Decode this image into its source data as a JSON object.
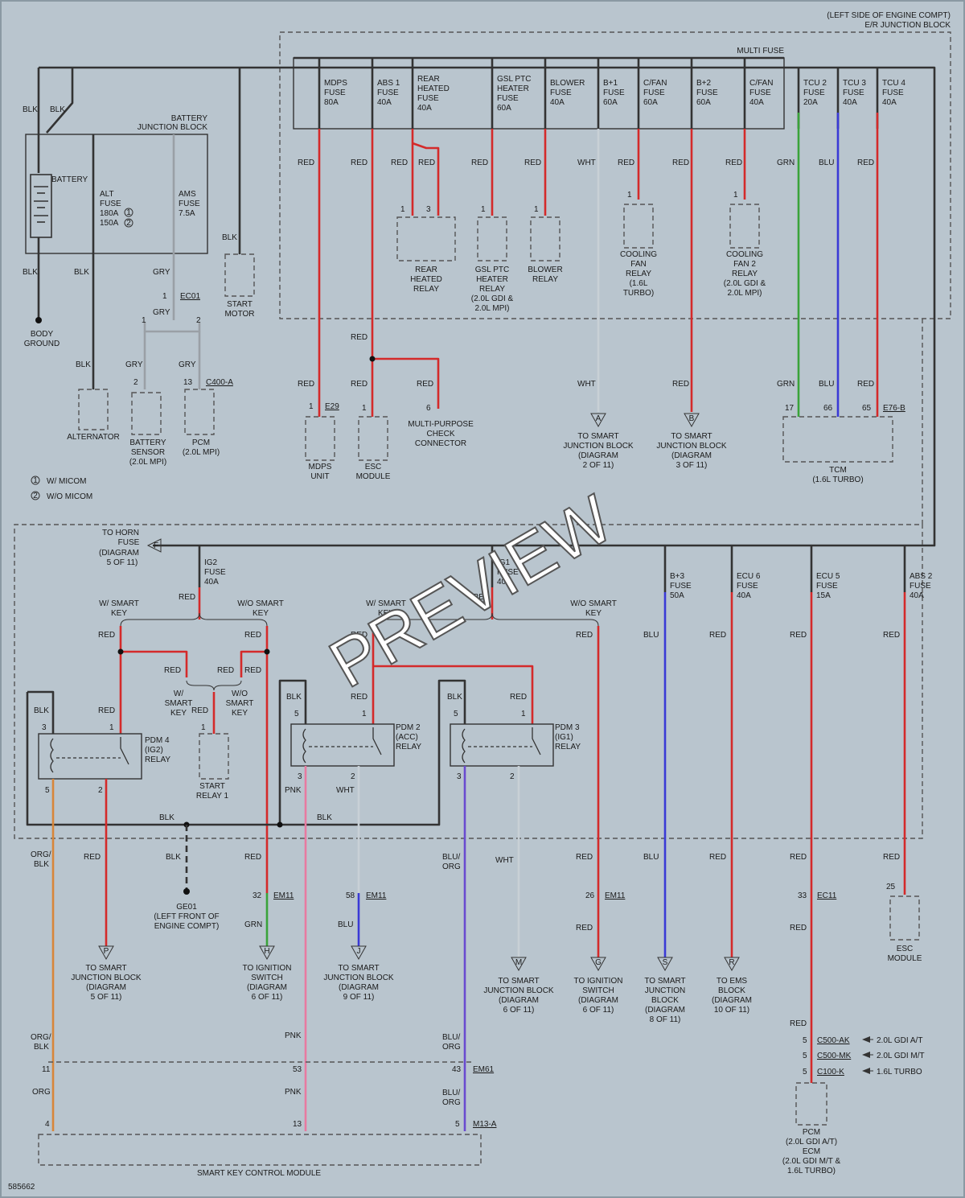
{
  "header": {
    "location": "(LEFT SIDE OF ENGINE COMPT)",
    "block": "E/R JUNCTION BLOCK",
    "multi_fuse": "MULTI FUSE"
  },
  "fuses_top": [
    {
      "l1": "MDPS",
      "l2": "FUSE",
      "l3": "80A"
    },
    {
      "l1": "ABS 1",
      "l2": "FUSE",
      "l3": "40A"
    },
    {
      "l1": "REAR",
      "l2": "HEATED",
      "l3": "FUSE",
      "l4": "40A"
    },
    {
      "l1": "GSL PTC",
      "l2": "HEATER",
      "l3": "FUSE",
      "l4": "60A"
    },
    {
      "l1": "BLOWER",
      "l2": "FUSE",
      "l3": "40A"
    },
    {
      "l1": "B+1",
      "l2": "FUSE",
      "l3": "60A"
    },
    {
      "l1": "C/FAN",
      "l2": "FUSE",
      "l3": "60A"
    },
    {
      "l1": "B+2",
      "l2": "FUSE",
      "l3": "60A"
    },
    {
      "l1": "C/FAN",
      "l2": "FUSE",
      "l3": "40A"
    },
    {
      "l1": "TCU 2",
      "l2": "FUSE",
      "l3": "20A"
    },
    {
      "l1": "TCU 3",
      "l2": "FUSE",
      "l3": "40A"
    },
    {
      "l1": "TCU 4",
      "l2": "FUSE",
      "l3": "40A"
    }
  ],
  "battery_block": {
    "title1": "BATTERY",
    "title2": "JUNCTION BLOCK",
    "battery": "BATTERY",
    "alt_fuse": [
      "ALT",
      "FUSE",
      "180A",
      "150A"
    ],
    "ams_fuse": [
      "AMS",
      "FUSE",
      "7.5A"
    ],
    "c1": "1",
    "c2": "2"
  },
  "colors": {
    "red": "RED",
    "blk": "BLK",
    "gry": "GRY",
    "wht": "WHT",
    "grn": "GRN",
    "blu": "BLU",
    "pnk": "PNK",
    "org": "ORG",
    "org_blk": [
      "ORG/",
      "BLK"
    ],
    "blu_org": [
      "BLU/",
      "ORG"
    ]
  },
  "connectors": {
    "ec01": "EC01",
    "c400a": "C400-A",
    "e29": "E29",
    "e76b": "E76-B",
    "em11": "EM11",
    "ge01": "GE01",
    "ec11": "EC11",
    "em61": "EM61",
    "m13a": "M13-A",
    "c500ak": "C500-AK",
    "c500mk": "C500-MK",
    "c100k": "C100-K"
  },
  "pins": {
    "p1": "1",
    "p2": "2",
    "p3": "3",
    "p5": "5",
    "p6": "6",
    "p11": "11",
    "p13": "13",
    "p17": "17",
    "p25": "25",
    "p26": "26",
    "p32": "32",
    "p33": "33",
    "p43": "43",
    "p53": "53",
    "p58": "58",
    "p65": "65",
    "p66": "66",
    "p4": "4"
  },
  "components": {
    "body_ground": [
      "BODY",
      "GROUND"
    ],
    "start_motor": [
      "START",
      "MOTOR"
    ],
    "alternator": "ALTERNATOR",
    "battery_sensor": [
      "BATTERY",
      "SENSOR",
      "(2.0L MPI)"
    ],
    "pcm_mpi": [
      "PCM",
      "(2.0L MPI)"
    ],
    "rear_heated_relay": [
      "REAR",
      "HEATED",
      "RELAY"
    ],
    "gsl_relay": [
      "GSL PTC",
      "HEATER",
      "RELAY",
      "(2.0L GDI &",
      "2.0L MPI)"
    ],
    "blower_relay": [
      "BLOWER",
      "RELAY"
    ],
    "cooling_fan_relay": [
      "COOLING",
      "FAN",
      "RELAY",
      "(1.6L",
      "TURBO)"
    ],
    "cooling_fan2_relay": [
      "COOLING",
      "FAN 2",
      "RELAY",
      "(2.0L GDI &",
      "2.0L MPI)"
    ],
    "mdps_unit": [
      "MDPS",
      "UNIT"
    ],
    "esc_module": [
      "ESC",
      "MODULE"
    ],
    "mpcc": [
      "MULTI-PURPOSE",
      "CHECK",
      "CONNECTOR"
    ],
    "to_sjb_2": [
      "TO SMART",
      "JUNCTION BLOCK",
      "(DIAGRAM",
      "2 OF 11)"
    ],
    "to_sjb_3": [
      "TO SMART",
      "JUNCTION BLOCK",
      "(DIAGRAM",
      "3 OF 11)"
    ],
    "tcm": [
      "TCM",
      "(1.6L TURBO)"
    ],
    "legend1": "W/ MICOM",
    "legend2": "W/O MICOM",
    "to_horn": [
      "TO HORN",
      "FUSE",
      "(DIAGRAM",
      "5 OF 11)"
    ],
    "ig2_fuse": [
      "IG2",
      "FUSE",
      "40A"
    ],
    "ig1_fuse": [
      "IG1",
      "FUSE",
      "40A"
    ],
    "bp3_fuse": [
      "B+3",
      "FUSE",
      "50A"
    ],
    "ecu6_fuse": [
      "ECU 6",
      "FUSE",
      "40A"
    ],
    "ecu5_fuse": [
      "ECU 5",
      "FUSE",
      "15A"
    ],
    "abs2_fuse": [
      "ABS 2",
      "FUSE",
      "40A"
    ],
    "w_smart_key": [
      "W/ SMART",
      "KEY"
    ],
    "wo_smart_key": [
      "W/O SMART",
      "KEY"
    ],
    "w_smart_key2": [
      "W/",
      "SMART",
      "KEY"
    ],
    "wo_smart_key2": [
      "W/O",
      "SMART",
      "KEY"
    ],
    "pdm4": [
      "PDM 4",
      "(IG2)",
      "RELAY"
    ],
    "start_relay": [
      "START",
      "RELAY 1"
    ],
    "pdm2": [
      "PDM 2",
      "(ACC)",
      "RELAY"
    ],
    "pdm3": [
      "PDM 3",
      "(IG1)",
      "RELAY"
    ],
    "ge01_loc": [
      "(LEFT FRONT OF",
      "ENGINE COMPT)"
    ],
    "to_sjb_5": [
      "TO SMART",
      "JUNCTION BLOCK",
      "(DIAGRAM",
      "5 OF 11)"
    ],
    "to_ign_6a": [
      "TO IGNITION",
      "SWITCH",
      "(DIAGRAM",
      "6 OF 11)"
    ],
    "to_sjb_9": [
      "TO SMART",
      "JUNCTION BLOCK",
      "(DIAGRAM",
      "9 OF 11)"
    ],
    "to_sjb_6": [
      "TO SMART",
      "JUNCTION BLOCK",
      "(DIAGRAM",
      "6 OF 11)"
    ],
    "to_ign_6b": [
      "TO IGNITION",
      "SWITCH",
      "(DIAGRAM",
      "6 OF 11)"
    ],
    "to_sjb_8": [
      "TO SMART",
      "JUNCTION",
      "BLOCK",
      "(DIAGRAM",
      "8 OF 11)"
    ],
    "to_ems": [
      "TO EMS",
      "BLOCK",
      "(DIAGRAM",
      "10 OF 11)"
    ],
    "esc_module2": [
      "ESC",
      "MODULE"
    ],
    "gdi_at": "2.0L GDI A/T",
    "gdi_mt": "2.0L GDI M/T",
    "turbo": "1.6L TURBO",
    "pcm_ecm": [
      "PCM",
      "(2.0L GDI A/T)",
      "ECM",
      "(2.0L GDI M/T &",
      "1.6L TURBO)"
    ],
    "skcm": "SMART KEY CONTROL MODULE",
    "diagram_id": "585662",
    "watermark": "PREVIEW"
  },
  "refs": {
    "A": "A",
    "B": "B",
    "F": "F",
    "P": "P",
    "H": "H",
    "J": "J",
    "M": "M",
    "G": "G",
    "S": "S",
    "R": "R"
  }
}
